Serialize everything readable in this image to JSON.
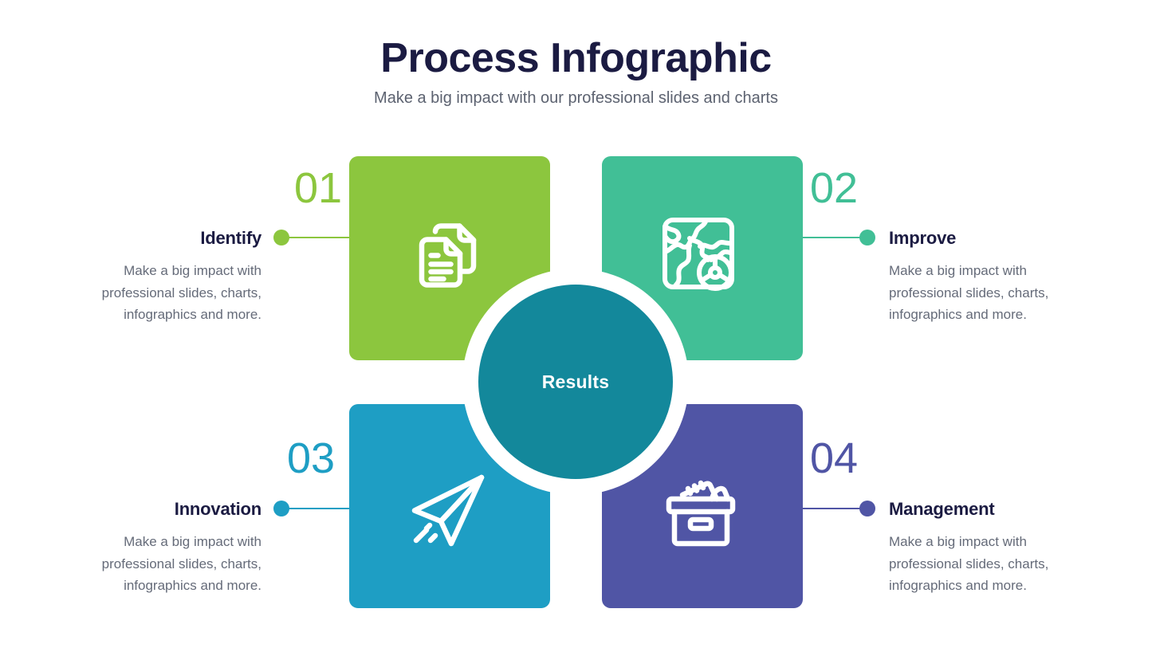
{
  "header": {
    "title": "Process Infographic",
    "subtitle": "Make a big impact with our professional slides and charts"
  },
  "center": {
    "label": "Results",
    "color": "#13889b"
  },
  "steps": [
    {
      "number": "01",
      "title": "Identify",
      "description": "Make a big impact with professional slides, charts, infographics and more.",
      "color": "#8cc63e",
      "icon": "documents-icon"
    },
    {
      "number": "02",
      "title": "Improve",
      "description": "Make a big impact with professional slides, charts, infographics and more.",
      "color": "#41bf96",
      "icon": "map-compass-icon"
    },
    {
      "number": "03",
      "title": "Innovation",
      "description": "Make a big impact with professional slides, charts, infographics and more.",
      "color": "#1e9ec4",
      "icon": "paper-plane-icon"
    },
    {
      "number": "04",
      "title": "Management",
      "description": "Make a big impact with professional slides, charts, infographics and more.",
      "color": "#5055a5",
      "icon": "archive-box-icon"
    }
  ],
  "theme": {
    "background": "#ffffff",
    "title_color": "#1b1b42",
    "subtitle_color": "#5c6270",
    "body_text_color": "#656b79"
  }
}
